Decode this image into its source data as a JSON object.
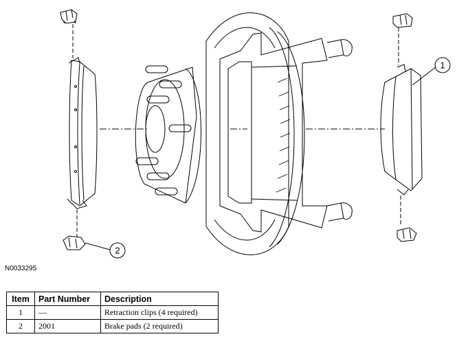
{
  "figure": {
    "id": "N0033295",
    "callouts": [
      {
        "number": "1"
      },
      {
        "number": "2"
      }
    ]
  },
  "parts_table": {
    "headers": {
      "item": "Item",
      "part_number": "Part Number",
      "description": "Description"
    },
    "rows": [
      {
        "item": "1",
        "part_number": "—",
        "description": "Retraction clips (4 required)"
      },
      {
        "item": "2",
        "part_number": "2001",
        "description": "Brake pads (2 required)"
      }
    ]
  }
}
